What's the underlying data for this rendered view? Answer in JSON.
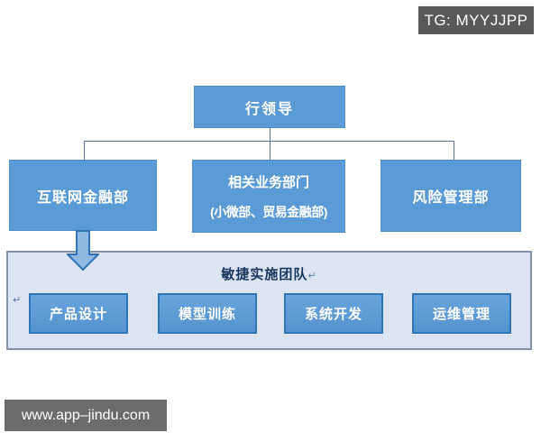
{
  "overlays": {
    "tg": "TG: MYYJJPP",
    "watermark": "www.app–jindu.com"
  },
  "org": {
    "root": "行领导",
    "level2": [
      {
        "label": "互联网金融部"
      },
      {
        "label": "相关业务部门",
        "sublabel": "(小微部、贸易金融部)"
      },
      {
        "label": "风险管理部"
      }
    ],
    "team": {
      "title": "敏捷实施团队",
      "mark": "↵",
      "members": [
        "产品设计",
        "模型训练",
        "系统开发",
        "运维管理"
      ]
    }
  },
  "colors": {
    "node_fill": "#5b9bd5",
    "node_border": "#2e75b6",
    "container_fill": "#dbe4f0",
    "container_border": "#8193aa",
    "connector": "#54728f",
    "badge_bg": "#58595b",
    "team_title_text": "#17365d",
    "arrow_fill": "#8fb9e2"
  }
}
